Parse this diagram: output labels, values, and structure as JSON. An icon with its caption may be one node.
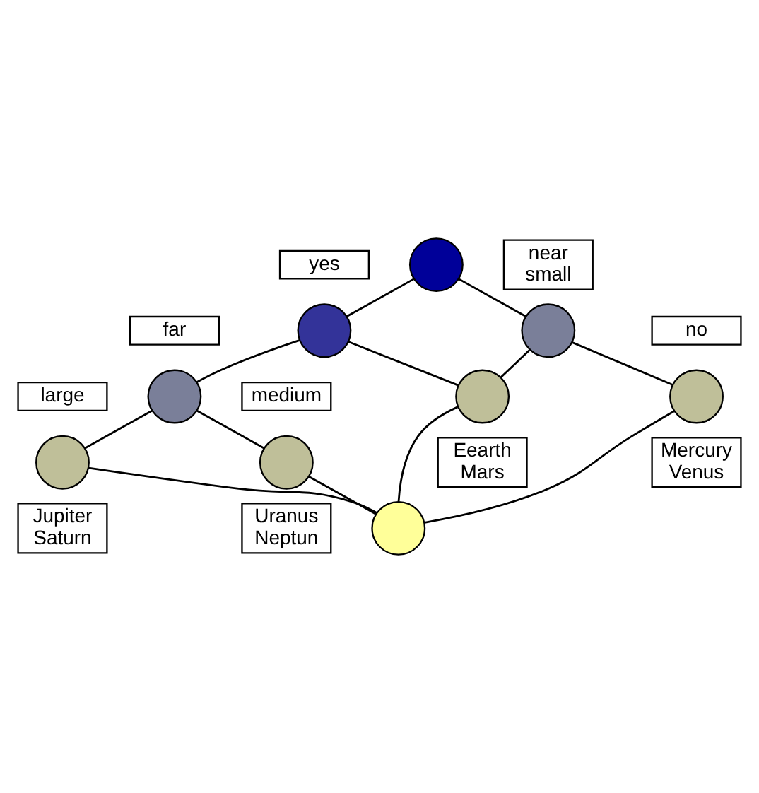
{
  "diagram": {
    "nodes": [
      {
        "text": [],
        "shape": "circle"
      },
      {
        "text": [],
        "shape": "circle",
        "beside": [
          "yes"
        ]
      },
      {
        "text": [],
        "shape": "circle",
        "beside": [
          "near small"
        ]
      },
      {
        "text": [],
        "shape": "circle",
        "beside": [
          "far"
        ]
      },
      {
        "text": [],
        "shape": "circle",
        "beside": [
          "large",
          "Jupiter Saturn"
        ]
      },
      {
        "text": [],
        "shape": "circle",
        "beside": [
          "medium",
          "Uranus Neptun"
        ]
      },
      {
        "text": [],
        "shape": "circle",
        "beside": [
          "Eearth Mars"
        ]
      },
      {
        "text": [],
        "shape": "circle",
        "beside": [
          "no",
          "Mercury Venus"
        ]
      },
      {
        "text": [],
        "shape": "circle"
      }
    ],
    "edges": [
      {
        "from": 0,
        "to": 1,
        "arrow": "none"
      },
      {
        "from": 0,
        "to": 2,
        "arrow": "none"
      },
      {
        "from": 1,
        "to": 3,
        "arrow": "none"
      },
      {
        "from": 1,
        "to": 6,
        "arrow": "none"
      },
      {
        "from": 2,
        "to": 6,
        "arrow": "none"
      },
      {
        "from": 2,
        "to": 7,
        "arrow": "none"
      },
      {
        "from": 3,
        "to": 4,
        "arrow": "none"
      },
      {
        "from": 3,
        "to": 5,
        "arrow": "none"
      },
      {
        "from": 4,
        "to": 8,
        "arrow": "none"
      },
      {
        "from": 5,
        "to": 8,
        "arrow": "none"
      },
      {
        "from": 6,
        "to": 8,
        "arrow": "none"
      },
      {
        "from": 7,
        "to": 8,
        "arrow": "none"
      }
    ]
  }
}
